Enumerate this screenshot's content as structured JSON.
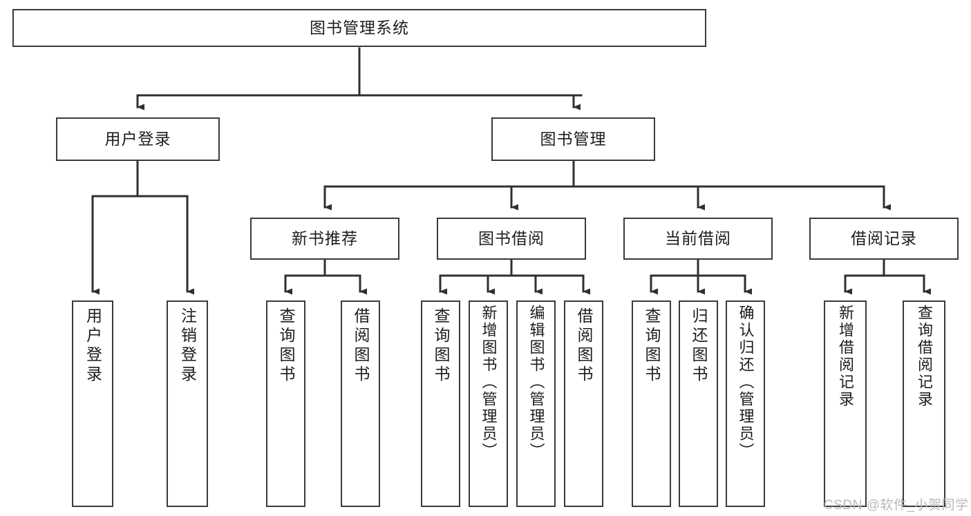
{
  "diagram": {
    "title": "图书管理系统",
    "type": "hierarchy-tree",
    "watermark": "CSDN @软件_小贺同学",
    "style": {
      "box_border_color": "#3a3a3a",
      "box_fill_color": "#ffffff",
      "line_color": "#2f2f2f",
      "text_color": "#1d1d1d",
      "watermark_color": "#b9b9b9",
      "background": "#ffffff"
    },
    "levels": [
      {
        "level": 1,
        "nodes": [
          {
            "id": "root",
            "label": "图书管理系统",
            "orientation": "horizontal"
          }
        ]
      },
      {
        "level": 2,
        "nodes": [
          {
            "id": "login",
            "label": "用户登录",
            "orientation": "horizontal",
            "parent": "root"
          },
          {
            "id": "bookmgmt",
            "label": "图书管理",
            "orientation": "horizontal",
            "parent": "root"
          }
        ]
      },
      {
        "level": 3,
        "nodes": [
          {
            "id": "newbook",
            "label": "新书推荐",
            "orientation": "horizontal",
            "parent": "bookmgmt"
          },
          {
            "id": "borrow",
            "label": "图书借阅",
            "orientation": "horizontal",
            "parent": "bookmgmt"
          },
          {
            "id": "current",
            "label": "当前借阅",
            "orientation": "horizontal",
            "parent": "bookmgmt"
          },
          {
            "id": "records",
            "label": "借阅记录",
            "orientation": "horizontal",
            "parent": "bookmgmt"
          }
        ]
      },
      {
        "level": 4,
        "nodes": [
          {
            "id": "leaf-1",
            "label": "用户登录",
            "orientation": "vertical",
            "parent": "login"
          },
          {
            "id": "leaf-2",
            "label": "注销登录",
            "orientation": "vertical",
            "parent": "login"
          },
          {
            "id": "leaf-3",
            "label": "查询图书",
            "orientation": "vertical",
            "parent": "newbook"
          },
          {
            "id": "leaf-4",
            "label": "借阅图书",
            "orientation": "vertical",
            "parent": "newbook"
          },
          {
            "id": "leaf-5",
            "label": "查询图书",
            "orientation": "vertical",
            "parent": "borrow"
          },
          {
            "id": "leaf-6",
            "label": "新增图书（管理员）",
            "orientation": "vertical",
            "parent": "borrow"
          },
          {
            "id": "leaf-7",
            "label": "编辑图书（管理员）",
            "orientation": "vertical",
            "parent": "borrow"
          },
          {
            "id": "leaf-8",
            "label": "借阅图书",
            "orientation": "vertical",
            "parent": "borrow"
          },
          {
            "id": "leaf-9",
            "label": "查询图书",
            "orientation": "vertical",
            "parent": "current"
          },
          {
            "id": "leaf-10",
            "label": "归还图书",
            "orientation": "vertical",
            "parent": "current"
          },
          {
            "id": "leaf-11",
            "label": "确认归还（管理员）",
            "orientation": "vertical",
            "parent": "current"
          },
          {
            "id": "leaf-12",
            "label": "新增借阅记录",
            "orientation": "vertical",
            "parent": "records"
          },
          {
            "id": "leaf-13",
            "label": "查询借阅记录",
            "orientation": "vertical",
            "parent": "records"
          }
        ]
      }
    ]
  }
}
